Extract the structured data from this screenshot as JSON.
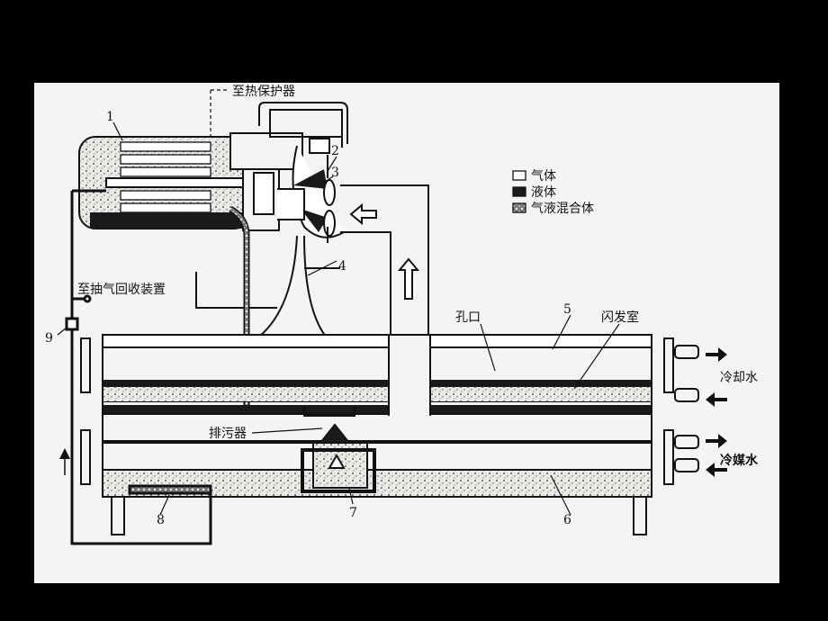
{
  "labels": {
    "to_thermal_protector": "至热保护器",
    "to_purge_recovery": "至抽气回收装置",
    "orifice": "孔口",
    "flash_chamber": "闪发室",
    "drain": "排污器",
    "cooling_water": "冷却水",
    "chilled_water": "冷媒水"
  },
  "legend": [
    {
      "pattern": "gas",
      "label": "气体"
    },
    {
      "pattern": "liquid",
      "label": "液体"
    },
    {
      "pattern": "mixture",
      "label": "气液混合体"
    }
  ],
  "numbers": [
    "1",
    "2",
    "3",
    "4",
    "5",
    "6",
    "7",
    "8",
    "9"
  ],
  "colors": {
    "background": "#000000",
    "panel": "#f4f4f2",
    "ink": "#111111",
    "liquid": "#1a1a1a"
  }
}
